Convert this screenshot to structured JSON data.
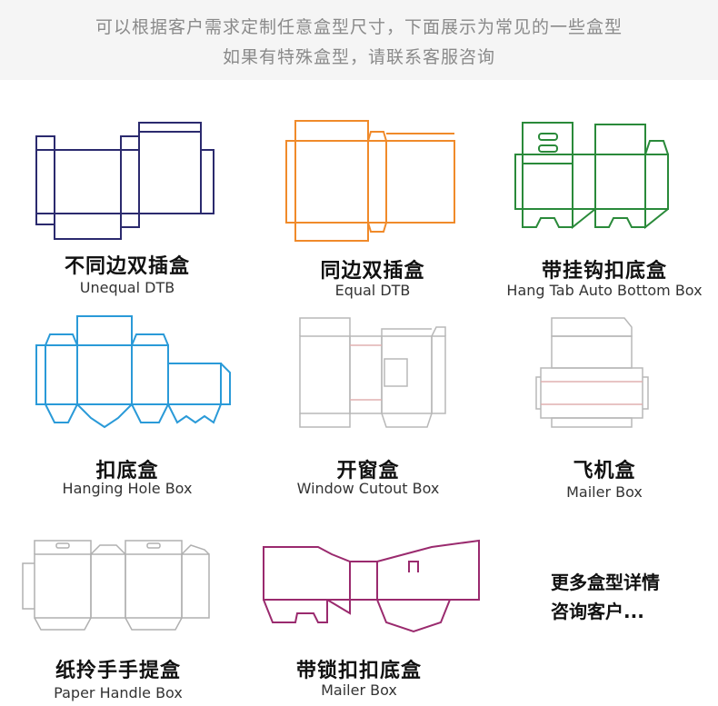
{
  "header": {
    "line1": "可以根据客户需求定制任意盒型尺寸，下面展示为常见的一些盒型",
    "line2": "如果有特殊盒型，请联系客服咨询"
  },
  "boxes": [
    {
      "zh": "不同边双插盒",
      "en": "Unequal DTB",
      "color": "#2b2a6e",
      "icon": "unequal-dtb-dieline"
    },
    {
      "zh": "同边双插盒",
      "en": "Equal DTB",
      "color": "#f08a2a",
      "icon": "equal-dtb-dieline"
    },
    {
      "zh": "带挂钩扣底盒",
      "en": "Hang Tab Auto Bottom Box",
      "color": "#2a8a3a",
      "icon": "hang-tab-dieline"
    },
    {
      "zh": "扣底盒",
      "en": "Hanging Hole Box",
      "color": "#2a9ad8",
      "icon": "auto-bottom-dieline"
    },
    {
      "zh": "开窗盒",
      "en": "Window Cutout Box",
      "color": "#b8b8b8",
      "icon": "window-box-dieline"
    },
    {
      "zh": "飞机盒",
      "en": "Mailer Box",
      "color": "#b8b8b8",
      "icon": "mailer-box-dieline"
    },
    {
      "zh": "纸拎手手提盒",
      "en": "Paper Handle Box",
      "color": "#b0b0b0",
      "icon": "handle-box-dieline"
    },
    {
      "zh": "带锁扣扣底盒",
      "en": "Mailer Box",
      "color": "#9a2a6e",
      "icon": "lock-bottom-dieline"
    }
  ],
  "more": {
    "line1": "更多盒型详情",
    "line2": "咨询客户..."
  }
}
